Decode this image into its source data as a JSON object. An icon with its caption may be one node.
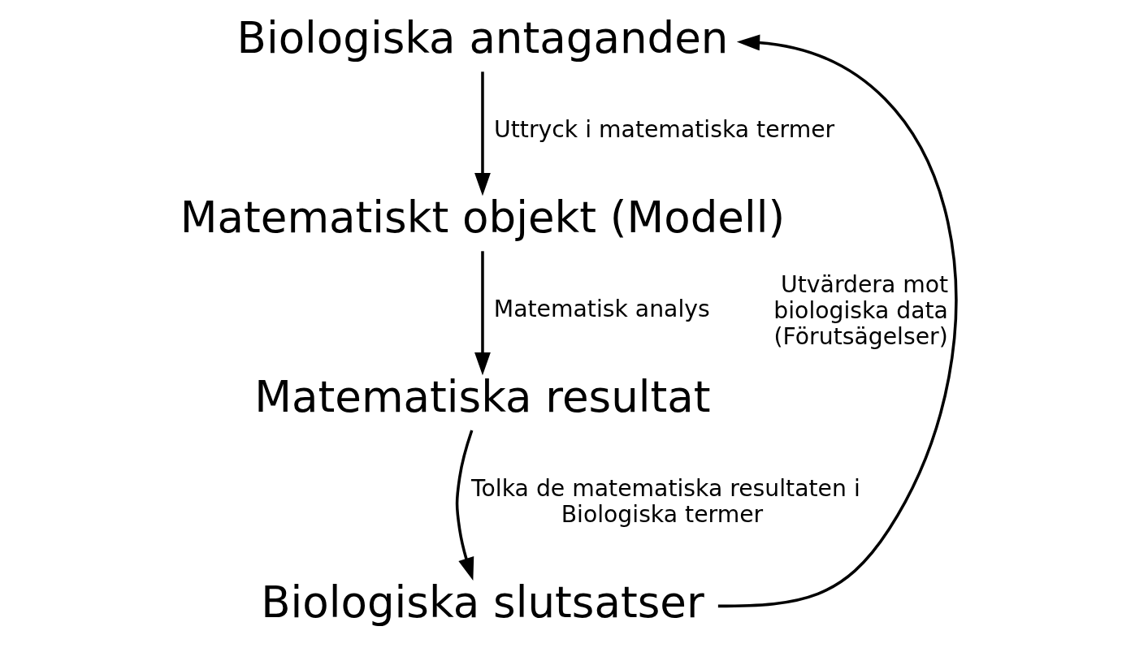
{
  "diagram": {
    "nodes": [
      {
        "text": [
          "Biologiska antaganden"
        ]
      },
      {
        "text": [
          "Matematiskt objekt (Modell)"
        ]
      },
      {
        "text": [
          "Matematiska resultat"
        ]
      },
      {
        "text": [
          "Biologiska slutsatser"
        ]
      }
    ],
    "edges": [
      {
        "from": 0,
        "to": 1,
        "arrow": "to",
        "label": "Uttryck i matematiska termer"
      },
      {
        "from": 1,
        "to": 2,
        "arrow": "to",
        "label": "Matematisk analys"
      },
      {
        "from": 2,
        "to": 3,
        "arrow": "to",
        "label": "Tolka de matematiska resultaten i Biologiska termer"
      },
      {
        "from": 3,
        "to": 0,
        "arrow": "to",
        "label": "Utvärdera mot biologiska data (Förutsägelser)"
      }
    ]
  }
}
